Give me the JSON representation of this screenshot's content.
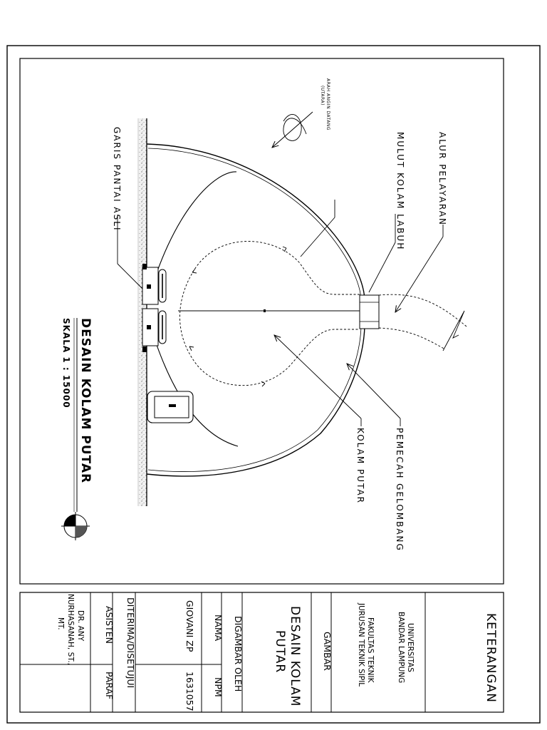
{
  "drawing": {
    "title": "DESAIN KOLAM PUTAR",
    "scale": "SKALA 1 : 15000",
    "labels": {
      "channel": "ALUR PELAYARAN",
      "harbor_mouth": "MULUT KOLAM LABUH",
      "coastline": "GARIS PANTAI ASLI",
      "breakwater": "PEMECAH GELOMBANG",
      "turning_basin": "KOLAM PUTAR",
      "wind_direction_1": "ARAH ANGIN DATANG",
      "wind_direction_2": "(UTARA)"
    }
  },
  "title_block": {
    "keterangan": "KETERANGAN",
    "institution": [
      "UNIVERSITAS",
      "BANDAR LAMPUNG",
      "FAKULTAS TEKNIK",
      "JURUSAN TEKNIK SIPIL"
    ],
    "gambar_header": "GAMBAR",
    "drawing_title": [
      "DESAIN KOLAM",
      "PUTAR"
    ],
    "drawn_by_header": "DIGAMBAR OLEH",
    "name_header": "NAMA",
    "npm_header": "NPM",
    "name_value": "GIOVANI ZP",
    "npm_value": "1631057",
    "approved_header": "DITERIMA/DISETUJUI",
    "assistant_header": "ASISTEN",
    "paraf_header": "PARAF",
    "assistant_name": [
      "DR. ANY",
      "NURHASANAH, ST.,",
      "MT."
    ]
  }
}
